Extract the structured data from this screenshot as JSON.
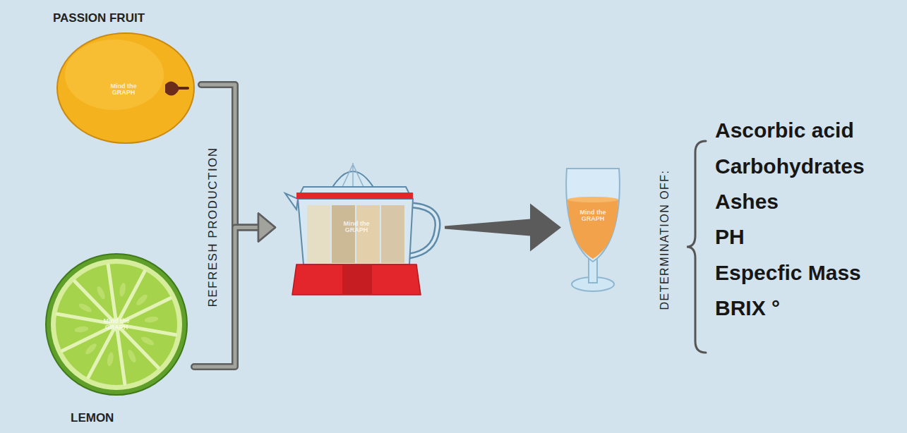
{
  "diagram": {
    "nodes": [
      {
        "text": [
          "PASSION FRUIT",
          "Mind the GRAPH"
        ]
      },
      {
        "text": [
          "LEMON",
          "Mind the GRAPH"
        ]
      },
      {
        "text": [
          "Mind the GRAPH"
        ]
      },
      {
        "text": [
          "Mind the GRAPH"
        ]
      }
    ],
    "edges": [
      {
        "from": 0,
        "to": 2,
        "arrow": "to"
      },
      {
        "from": 1,
        "to": 2,
        "arrow": "to"
      },
      {
        "from": 2,
        "to": 3,
        "arrow": "to"
      }
    ],
    "labels": [
      "REFRESH PRODUCTION",
      "DETERMINATION OFF:",
      "Ascorbic acid",
      "Carbohydrates",
      "Ashes",
      "PH",
      "Especfic Mass",
      "BRIX °"
    ]
  }
}
